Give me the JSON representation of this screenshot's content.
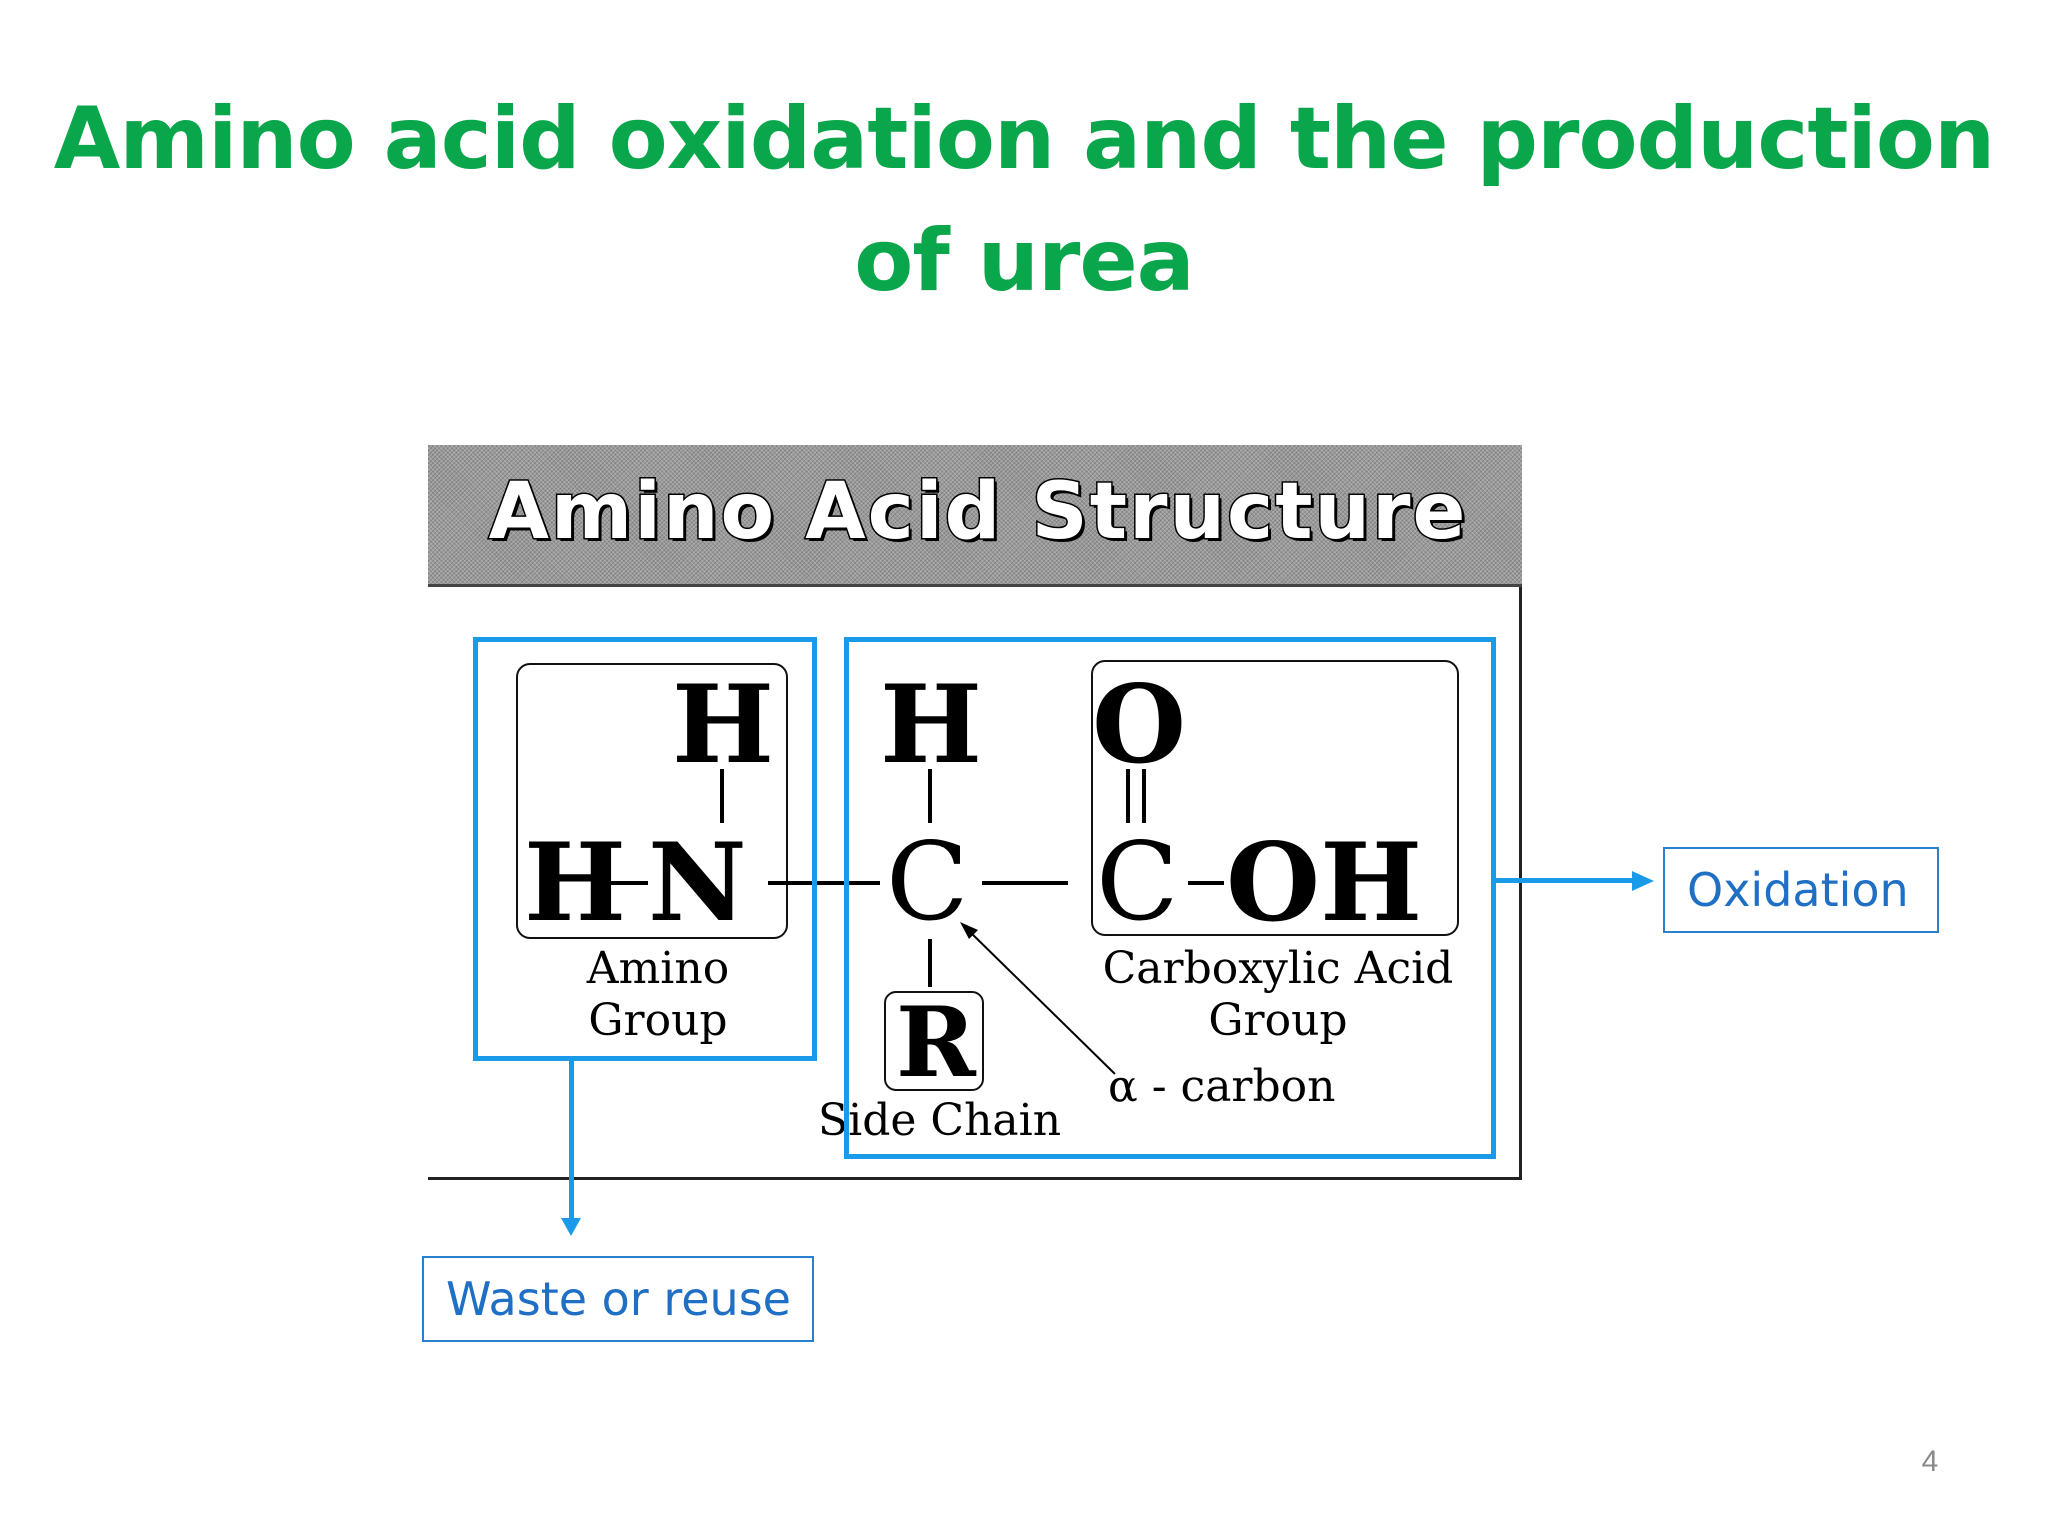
{
  "slide": {
    "title_line1": "Amino acid oxidation and the production",
    "title_line2": "of urea",
    "page_number": "4"
  },
  "figure": {
    "header": "Amino Acid Structure",
    "atoms": {
      "amino_h_top": "H",
      "amino_h_left": "H",
      "amino_n": "N",
      "alpha_h": "H",
      "alpha_c": "C",
      "side_r": "R",
      "carboxyl_o": "O",
      "carboxyl_c": "C",
      "carboxyl_oh": "OH"
    },
    "labels": {
      "amino_line1": "Amino",
      "amino_line2": "Group",
      "carboxyl_line1": "Carboxylic Acid",
      "carboxyl_line2": "Group",
      "alpha_carbon": "α - carbon",
      "side_chain": "Side Chain"
    }
  },
  "callouts": {
    "oxidation": "Oxidation",
    "waste": "Waste or reuse"
  },
  "colors": {
    "title": "#0aa64b",
    "highlight_box": "#1a9be9",
    "callout_text": "#1f6fc5"
  }
}
